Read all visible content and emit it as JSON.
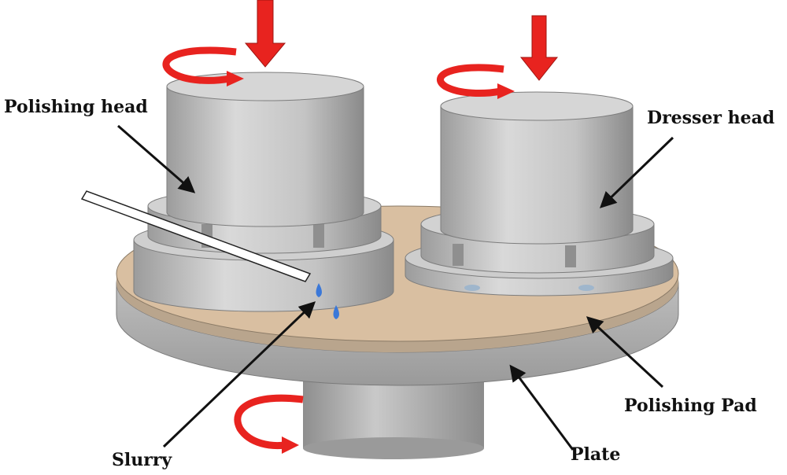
{
  "labels": {
    "polishing_head": "Polishing head",
    "dresser_head": "Dresser head",
    "polishing_pad": "Polishing Pad",
    "plate": "Plate",
    "slurry": "Slurry"
  },
  "colors": {
    "rotation_arrow": "#e8231f",
    "press_arrow": "#e8231f",
    "pad": "#d9bfa1",
    "metal_light": "#d4d4d4",
    "metal_mid": "#b5b5b5",
    "metal_dark": "#8f8f8f",
    "slurry_drop": "#3b78d8",
    "pointer": "#111111"
  }
}
